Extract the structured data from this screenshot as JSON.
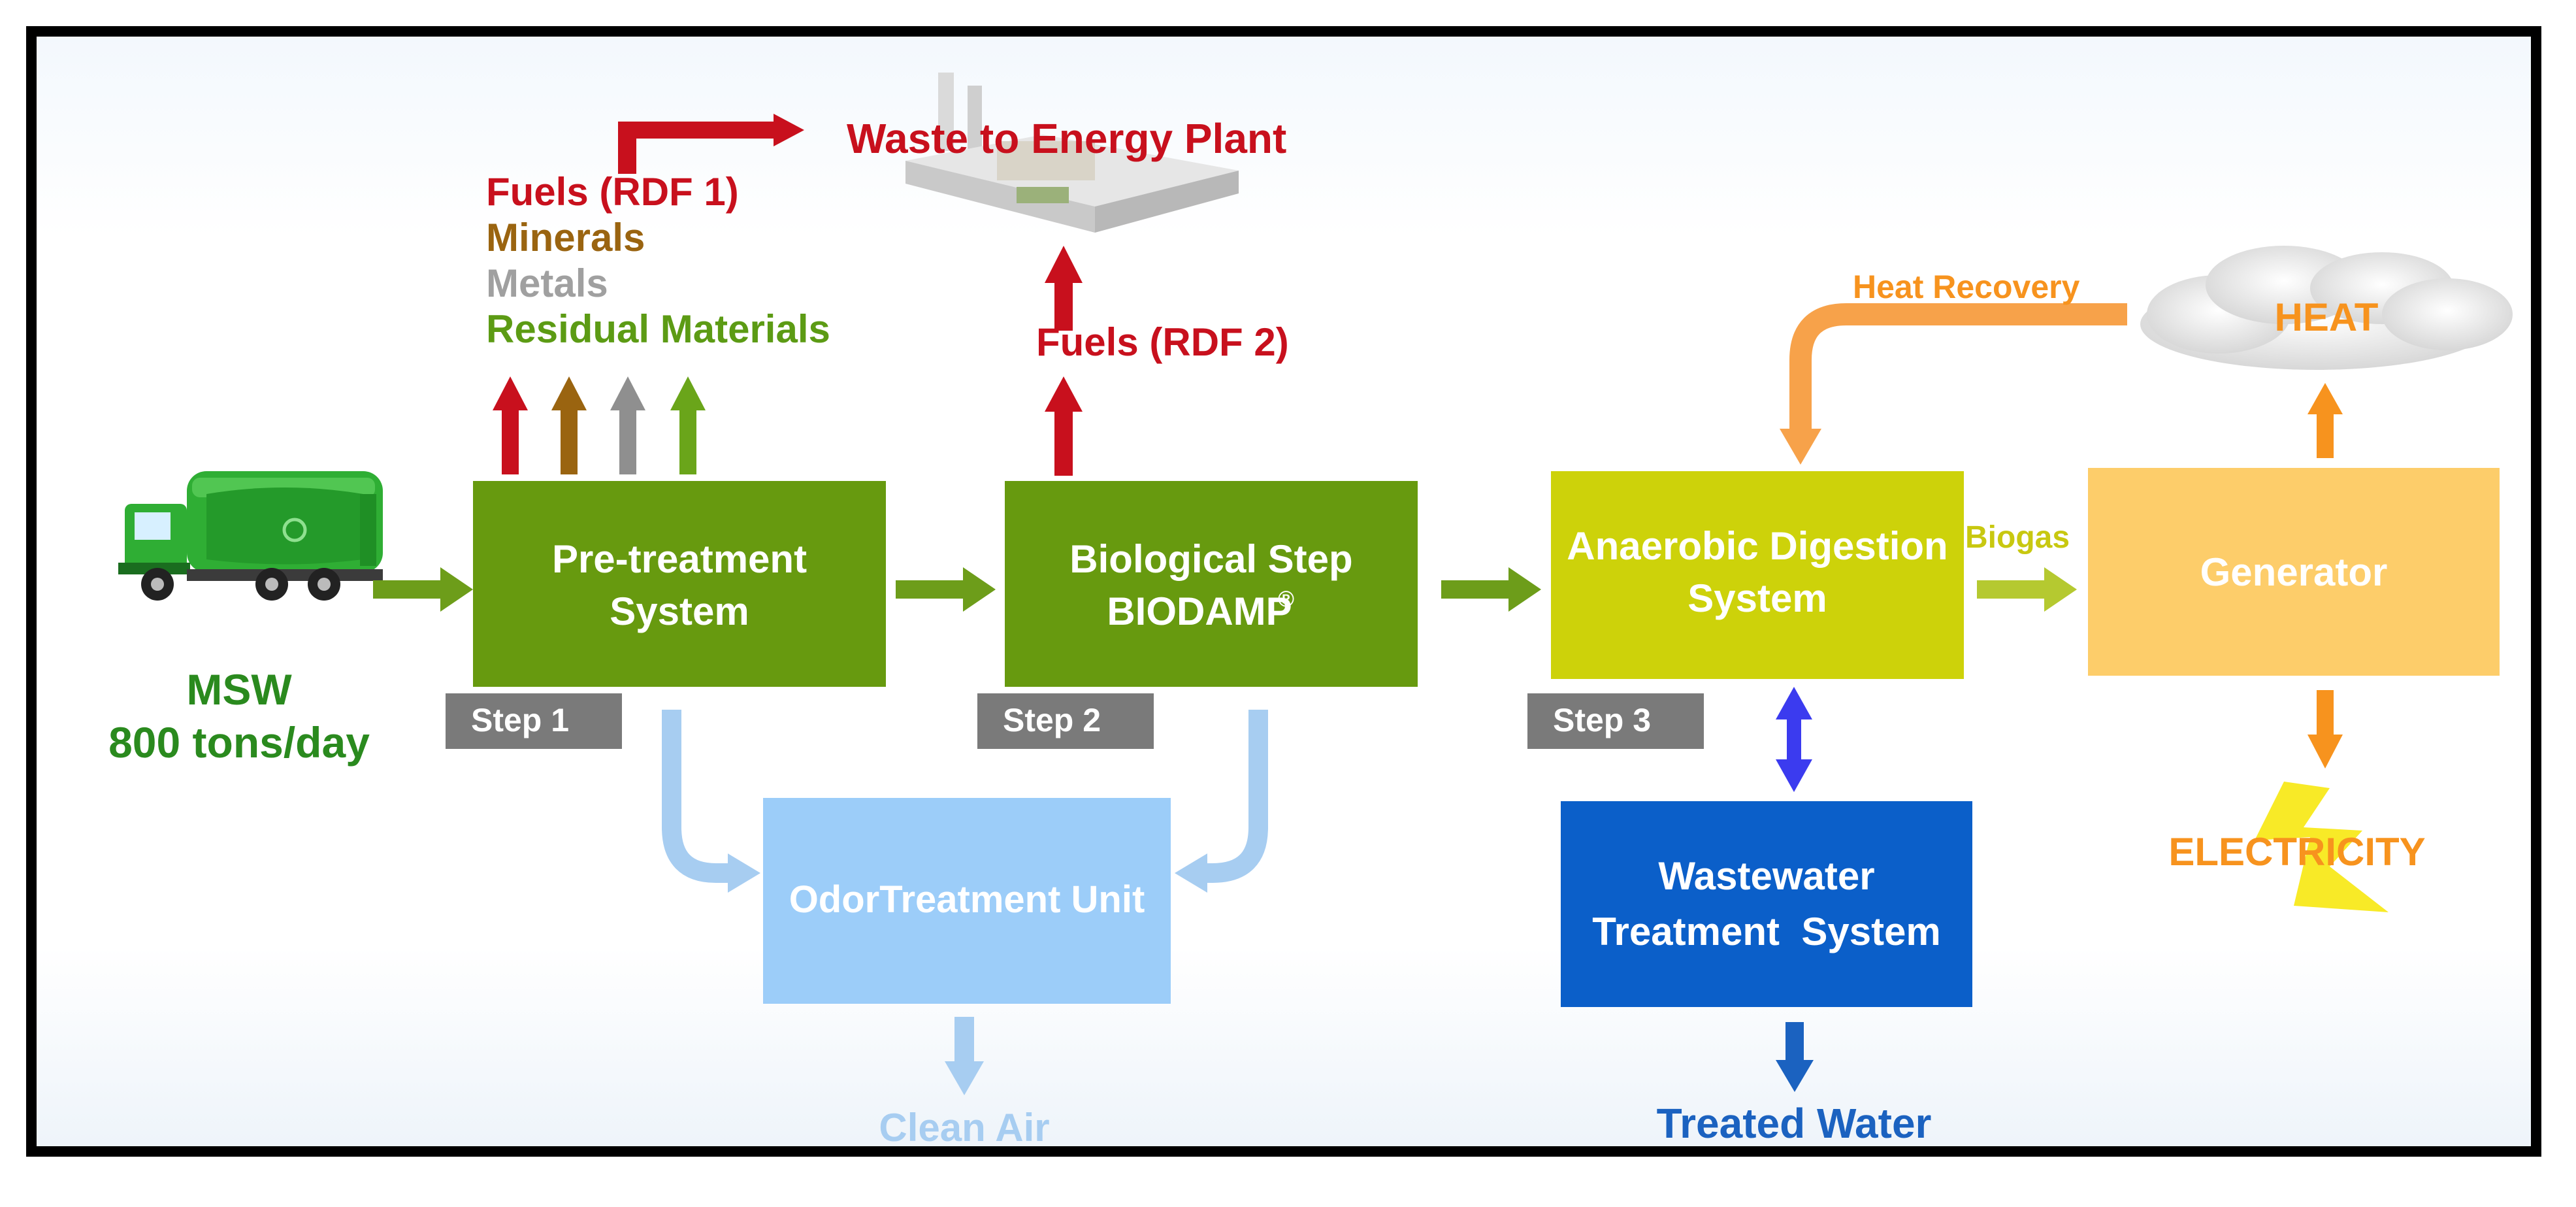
{
  "source": {
    "line1": "MSW",
    "line2": "800 tons/day"
  },
  "top_outputs": {
    "rdf1": "Fuels (RDF 1)",
    "minerals": "Minerals",
    "metals": "Metals",
    "residual": "Residual Materials",
    "rdf2": "Fuels (RDF 2)",
    "wte": "Waste to Energy Plant"
  },
  "boxes": {
    "pretreat": {
      "line1": "Pre-treatment",
      "line2": "System",
      "step": "Step 1"
    },
    "bio": {
      "line1": "Biological Step",
      "line2": "BIODAMP",
      "mark": "®",
      "step": "Step 2"
    },
    "ad": {
      "line1": "Anaerobic Digestion",
      "line2": "System",
      "step": "Step 3"
    },
    "generator": "Generator",
    "odor": "OdorTreatment Unit",
    "ww": {
      "line1": "Wastewater",
      "line2": "Treatment  System"
    }
  },
  "labels": {
    "biogas": "Biogas",
    "heat_recovery": "Heat Recovery",
    "heat": "HEAT",
    "electricity": "ELECTRICITY",
    "clean_air": "Clean Air",
    "treated_water": "Treated Water"
  },
  "colors": {
    "green_box": "#679a0f",
    "ad_box": "#cdd20a",
    "generator_box": "#fdcd6a",
    "odor_box": "#9ccdf9",
    "ww_box": "#0b5fc9",
    "step_tag": "#7a7a7a",
    "red": "#c8101d",
    "brown": "#9a6410",
    "grey": "#a0a0a0",
    "olive": "#5c9b14",
    "orange": "#f7931e",
    "msw_green": "#2a8a1e",
    "flow_arrow": "#6d9d1a",
    "light_blue": "#a7cdf1",
    "dark_blue": "#1b62c0",
    "purple_blue": "#3b3bef"
  }
}
